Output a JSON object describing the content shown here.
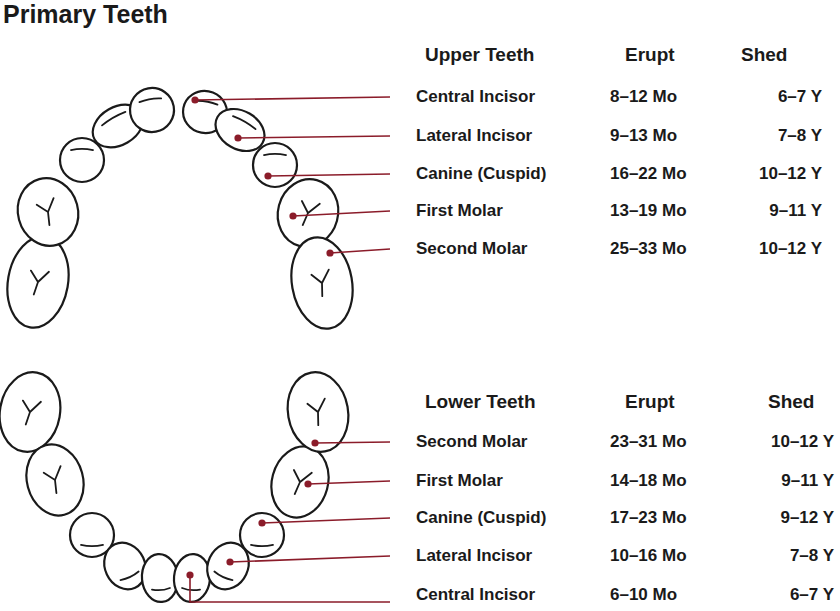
{
  "diagram": {
    "title": "Primary Teeth",
    "labels": [
      "Upper Teeth",
      "Erupt",
      "Shed",
      "Central Incisor",
      "8–12 Mo",
      "6–7 Y",
      "Lateral Incisor",
      "9–13 Mo",
      "7–8 Y",
      "Canine (Cuspid)",
      "16–22 Mo",
      "10–12 Y",
      "First Molar",
      "13–19 Mo",
      "9–11 Y",
      "Second Molar",
      "25–33 Mo",
      "10–12 Y",
      "Lower Teeth",
      "Erupt",
      "Shed",
      "Second Molar",
      "23–31 Mo",
      "10–12 Y",
      "First Molar",
      "14–18 Mo",
      "9–11 Y",
      "Canine (Cuspid)",
      "17–23 Mo",
      "9–12 Y",
      "Lateral Incisor",
      "10–16 Mo",
      "7–8 Y",
      "Central Incisor",
      "6–10 Mo",
      "6–7 Y"
    ]
  }
}
